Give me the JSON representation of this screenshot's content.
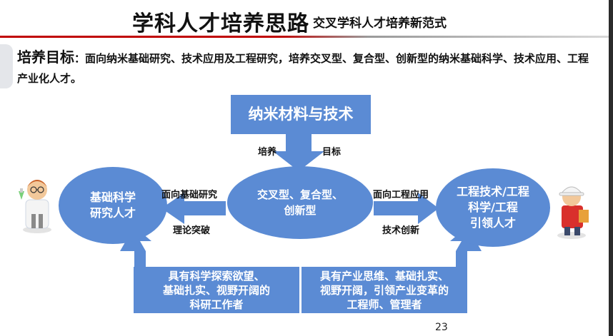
{
  "title": {
    "main": "学科人才培养思路",
    "sub": "- 交叉学科人才培养新范式"
  },
  "goal": {
    "label": "培养目标",
    "text": "：面向纳米基础研究、技术应用及工程研究，培养交叉型、复合型、创新型的纳米基础科学、技术应用、工程产业化人才。"
  },
  "top_box": "纳米材料与技术",
  "down_labels": {
    "left": "培养",
    "right": "目标"
  },
  "center_ellipse": {
    "line1": "交叉型、复合型、",
    "line2": "创新型"
  },
  "left_ellipse": {
    "line1": "基础科学",
    "line2": "研究人才"
  },
  "right_ellipse": {
    "line1": "工程技术/工程",
    "line2": "科学/工程",
    "line3": "引领人才"
  },
  "left_arrow": {
    "top": "面向基础研究",
    "bottom": "理论突破"
  },
  "right_arrow": {
    "top": "面向工程应用",
    "bottom": "技术创新"
  },
  "bottom_left": {
    "line1": "具有科学探索欲望、",
    "line2": "基础扎实、视野开阔的",
    "line3": "科研工作者"
  },
  "bottom_right": {
    "line1": "具有产业思维、基础扎实、",
    "line2": "视野开阔，引领产业变革的",
    "line3": "工程师、管理者"
  },
  "page_number": "23",
  "colors": {
    "accent": "#5b8bd4",
    "title_rule": "#c00000"
  },
  "icons": [
    "scientist-icon",
    "engineer-icon"
  ]
}
